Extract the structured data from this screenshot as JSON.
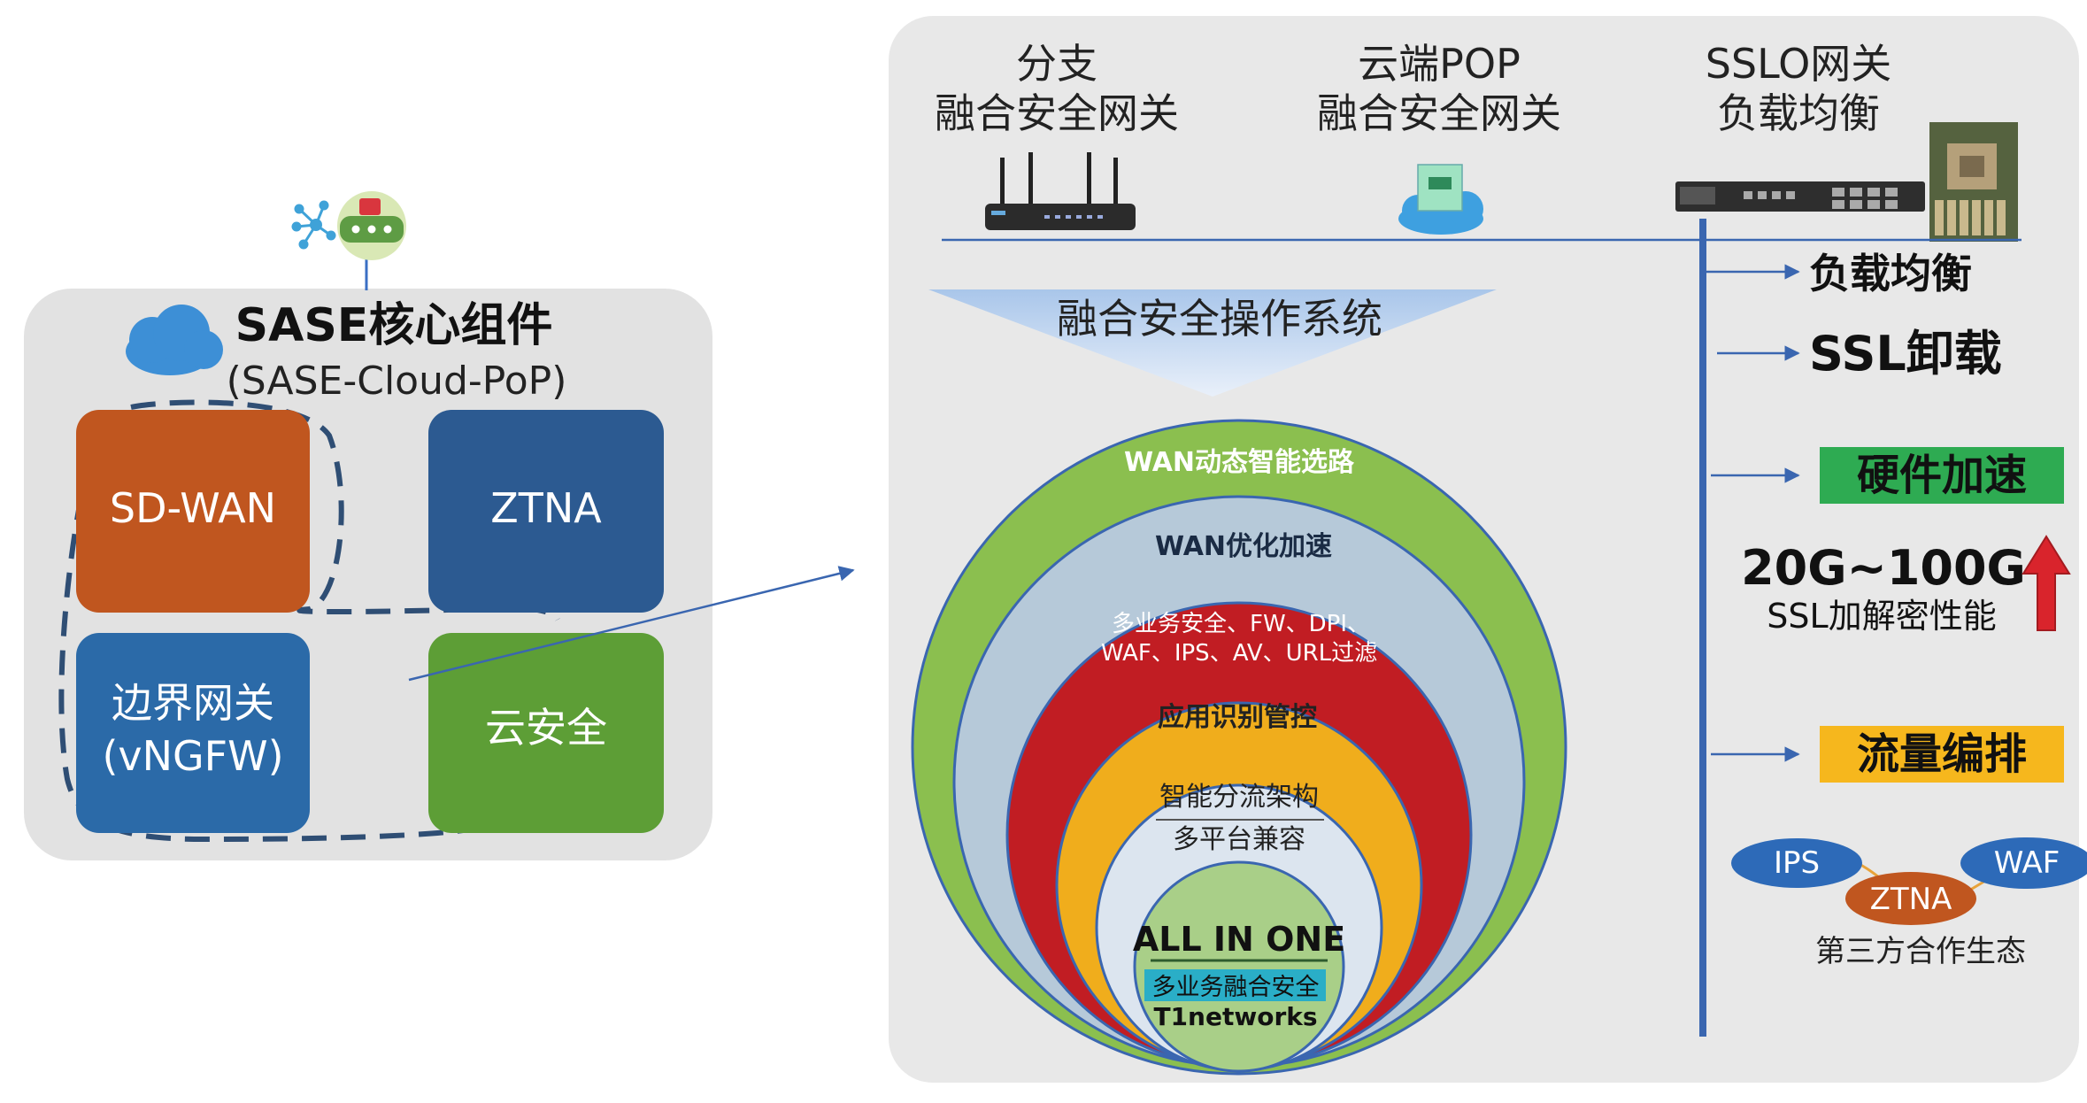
{
  "left": {
    "title": "SASE核心组件",
    "subtitle": "(SASE-Cloud-PoP)",
    "boxes": [
      {
        "lines": [
          "SD-WAN"
        ],
        "color": "#c0561f"
      },
      {
        "lines": [
          "ZTNA"
        ],
        "color": "#2c5a91"
      },
      {
        "lines": [
          "边界网关",
          "(vNGFW)"
        ],
        "color": "#2b6aa8"
      },
      {
        "lines": [
          "云安全"
        ],
        "color": "#5d9e36"
      }
    ]
  },
  "right": {
    "devices": [
      {
        "lines": [
          "分支",
          "融合安全网关"
        ]
      },
      {
        "lines": [
          "云端POP",
          "融合安全网关"
        ]
      },
      {
        "lines": [
          "SSLO网关",
          "负载均衡"
        ]
      }
    ],
    "os_label": "融合安全操作系统",
    "rings": [
      {
        "label": "WAN动态智能选路",
        "color": "#8bbf4f"
      },
      {
        "label": "WAN优化加速",
        "color": "#b6c9d9"
      },
      {
        "lines": [
          "多业务安全、FW、DPI、",
          "WAF、IPS、AV、URL过滤"
        ],
        "color": "#c11d23"
      },
      {
        "label": "应用识别管控",
        "color": "#f0ad1c"
      },
      {
        "lines": [
          "智能分流架构",
          "多平台兼容"
        ],
        "color": "#dce5ef"
      }
    ],
    "core": {
      "title": "ALL IN ONE",
      "tag": "多业务融合安全",
      "brand": "T1networks",
      "color": "#a9cf88",
      "tag_color": "#2aaec7"
    },
    "features": [
      {
        "label": "负载均衡"
      },
      {
        "label": "SSL卸载"
      },
      {
        "label": "硬件加速",
        "bg": "#2eab52"
      },
      {
        "label": "流量编排",
        "bg": "#f6b71d"
      }
    ],
    "perf": {
      "value": "20G~100G",
      "label": "SSL加解密性能"
    },
    "ecosystem": {
      "items": [
        "IPS",
        "ZTNA",
        "WAF"
      ],
      "caption": "第三方合作生态"
    }
  }
}
